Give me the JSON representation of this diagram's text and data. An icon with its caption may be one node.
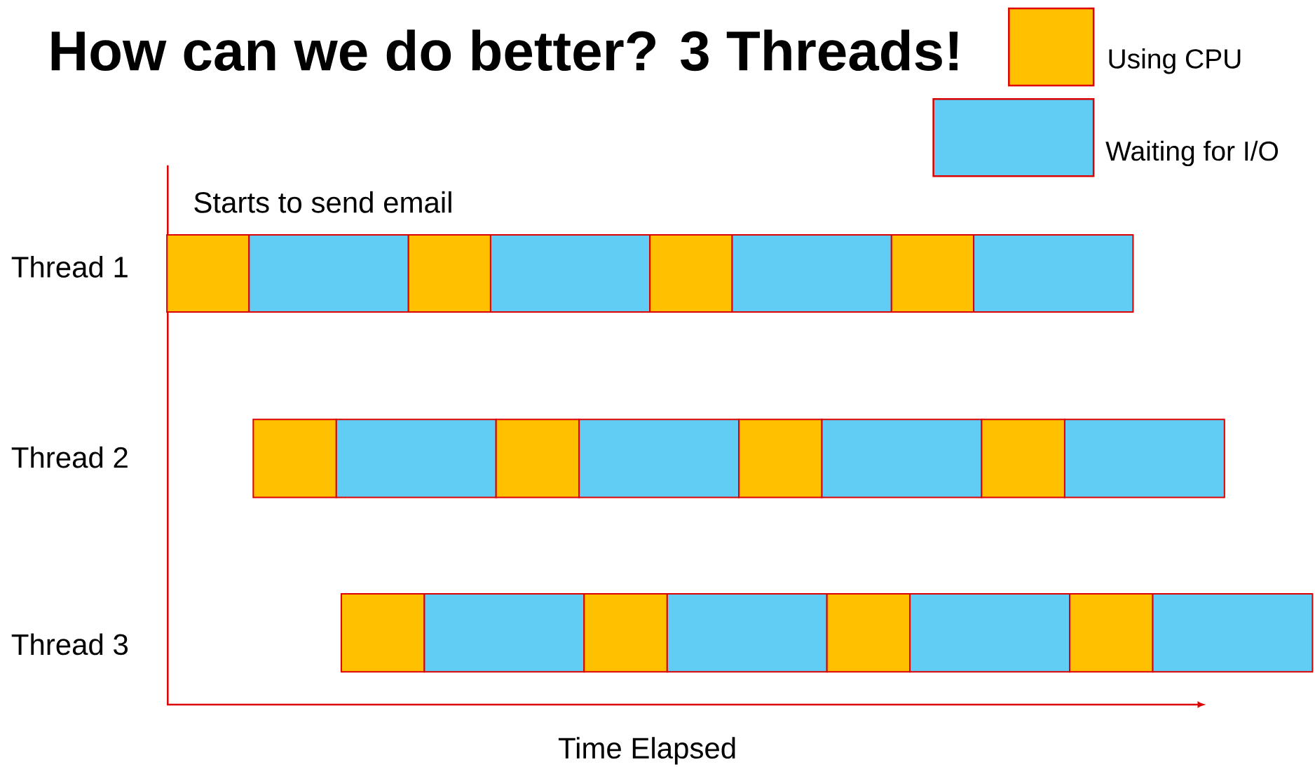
{
  "diagram": {
    "title": "How can we do better? 3 Threads!",
    "labels": [
      "Starts to send email",
      "Thread 1",
      "Thread 2",
      "Thread 3",
      "Time Elapsed"
    ],
    "legend": [
      {
        "text": "Using CPU",
        "color": "#ffc000"
      },
      {
        "text": "Waiting for I/O",
        "color": "#62cdf4"
      }
    ]
  }
}
